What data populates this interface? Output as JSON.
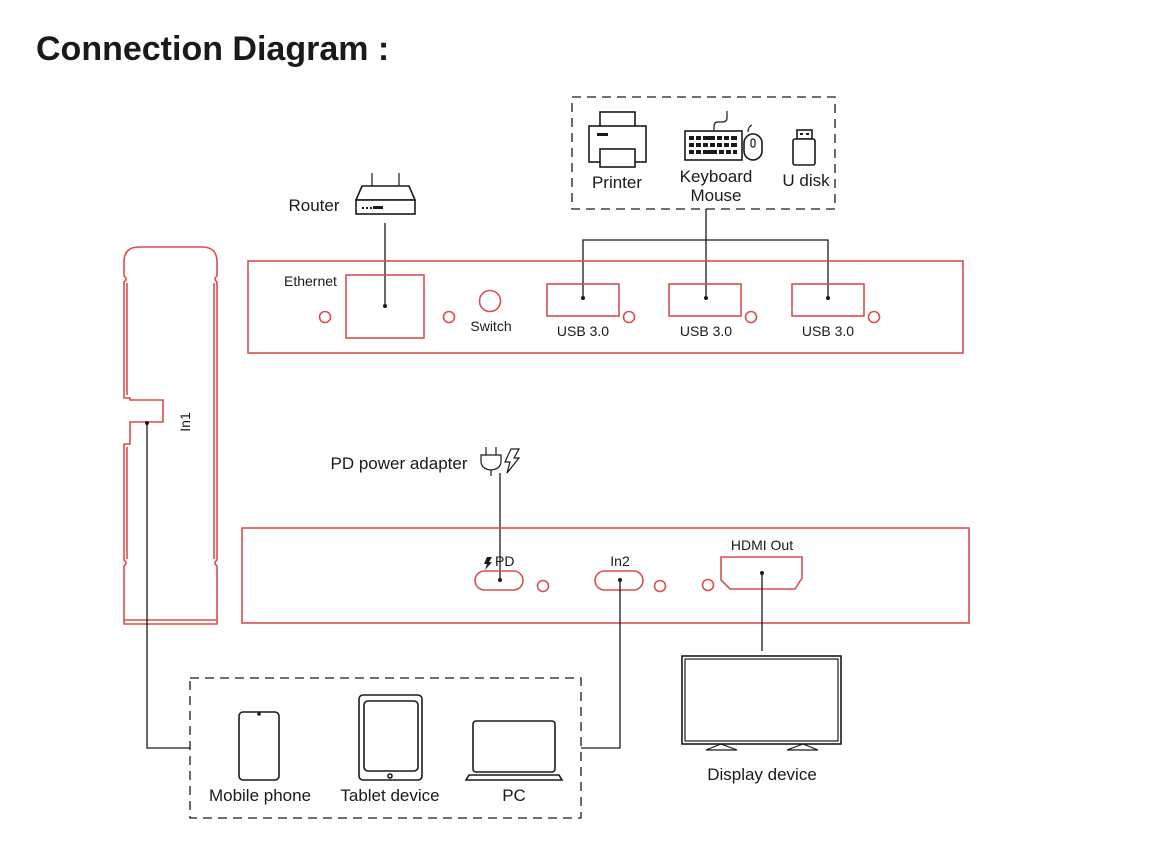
{
  "title": "Connection Diagram :",
  "colors": {
    "device_outline": "#d94f4f",
    "wire": "#1a1a1a",
    "text": "#1a1a1a"
  },
  "peripherals_group": {
    "items": [
      {
        "icon": "printer-icon",
        "label": "Printer"
      },
      {
        "icon": "keyboard-mouse-icon",
        "label_line1": "Keyboard",
        "label_line2": "Mouse"
      },
      {
        "icon": "usb-disk-icon",
        "label": "U disk"
      }
    ]
  },
  "router": {
    "icon": "router-icon",
    "label": "Router"
  },
  "top_panel": {
    "ports": {
      "ethernet": "Ethernet",
      "switch": "Switch",
      "usb": [
        "USB 3.0",
        "USB 3.0",
        "USB 3.0"
      ]
    }
  },
  "side_panel": {
    "port_label": "In1"
  },
  "power_adapter": {
    "icon": "power-plug-icon",
    "label": "PD power adapter"
  },
  "bottom_panel": {
    "ports": {
      "pd": "PD",
      "in2": "In2",
      "hdmi": "HDMI Out"
    }
  },
  "source_group": {
    "items": [
      {
        "icon": "mobile-phone-icon",
        "label": "Mobile phone"
      },
      {
        "icon": "tablet-icon",
        "label": "Tablet device"
      },
      {
        "icon": "laptop-icon",
        "label": "PC"
      }
    ]
  },
  "display": {
    "icon": "monitor-icon",
    "label": "Display device"
  }
}
